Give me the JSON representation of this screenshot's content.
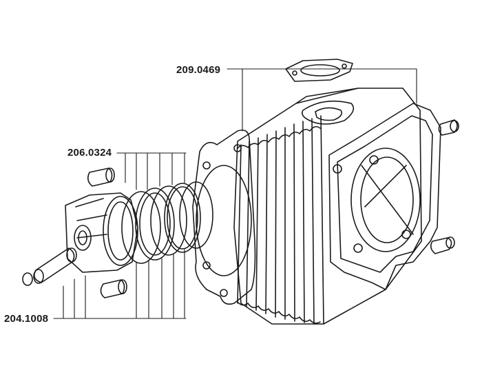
{
  "labels": {
    "gasket_part": "209.0469",
    "rings_part": "206.0324",
    "piston_part": "204.1008"
  },
  "colors": {
    "line": "#1a1a1a",
    "background": "#ffffff"
  }
}
